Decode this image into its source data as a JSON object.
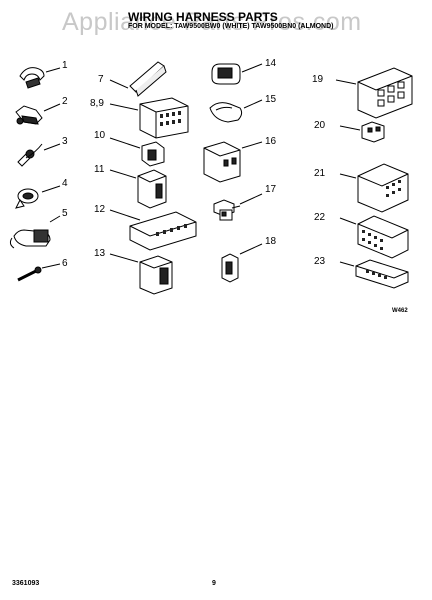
{
  "watermark": "Appliance Parts Pros.com",
  "header": {
    "title": "WIRING HARNESS PARTS",
    "models": "FOR MODEL: TAW9500BW0 (WHITE)   TAW9500BN0 (ALMOND)",
    "color_white": "(WHITE)",
    "color_almond": "(ALMOND)"
  },
  "callouts": [
    "1",
    "2",
    "3",
    "4",
    "5",
    "6",
    "7",
    "8,9",
    "10",
    "11",
    "12",
    "13",
    "14",
    "15",
    "16",
    "17",
    "18",
    "19",
    "20",
    "21",
    "22",
    "23"
  ],
  "diagram_code": "W462",
  "footer": {
    "part_number": "3361093",
    "page": "9"
  }
}
